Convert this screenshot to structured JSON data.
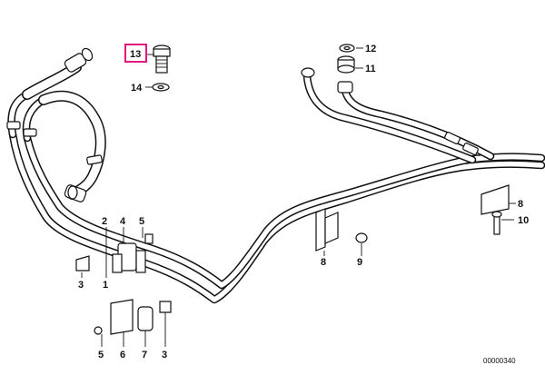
{
  "callouts": [
    {
      "label": "13",
      "highlighted": true
    },
    {
      "label": "14"
    },
    {
      "label": "12"
    },
    {
      "label": "11"
    },
    {
      "label": "2"
    },
    {
      "label": "4"
    },
    {
      "label": "5"
    },
    {
      "label": "3"
    },
    {
      "label": "1"
    },
    {
      "label": "8"
    },
    {
      "label": "9"
    },
    {
      "label": "8"
    },
    {
      "label": "10"
    },
    {
      "label": "5"
    },
    {
      "label": "6"
    },
    {
      "label": "7"
    },
    {
      "label": "3"
    }
  ],
  "document_number": "00000340",
  "highlight_color": "#e0197a"
}
